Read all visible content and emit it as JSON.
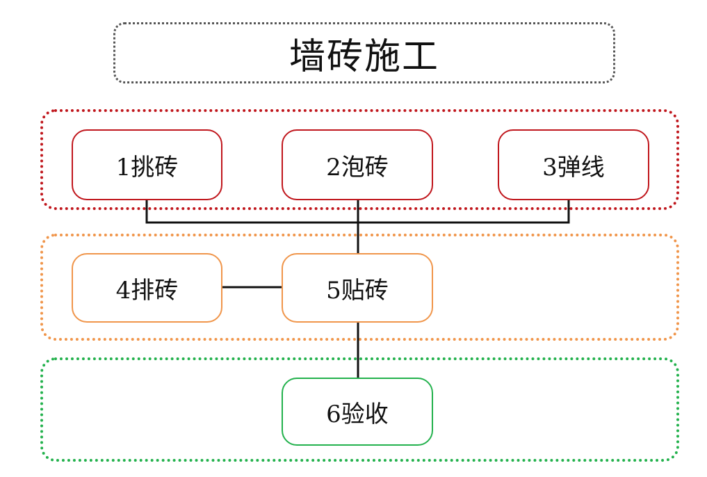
{
  "title": "墙砖施工",
  "colors": {
    "title_border": "#555555",
    "stage1": "#c0161c",
    "stage2": "#f0954a",
    "stage3": "#22b14c",
    "connector": "#111111"
  },
  "steps": {
    "s1": "1挑砖",
    "s2": "2泡砖",
    "s3": "3弹线",
    "s4": "4排砖",
    "s5": "5贴砖",
    "s6": "6验收"
  }
}
